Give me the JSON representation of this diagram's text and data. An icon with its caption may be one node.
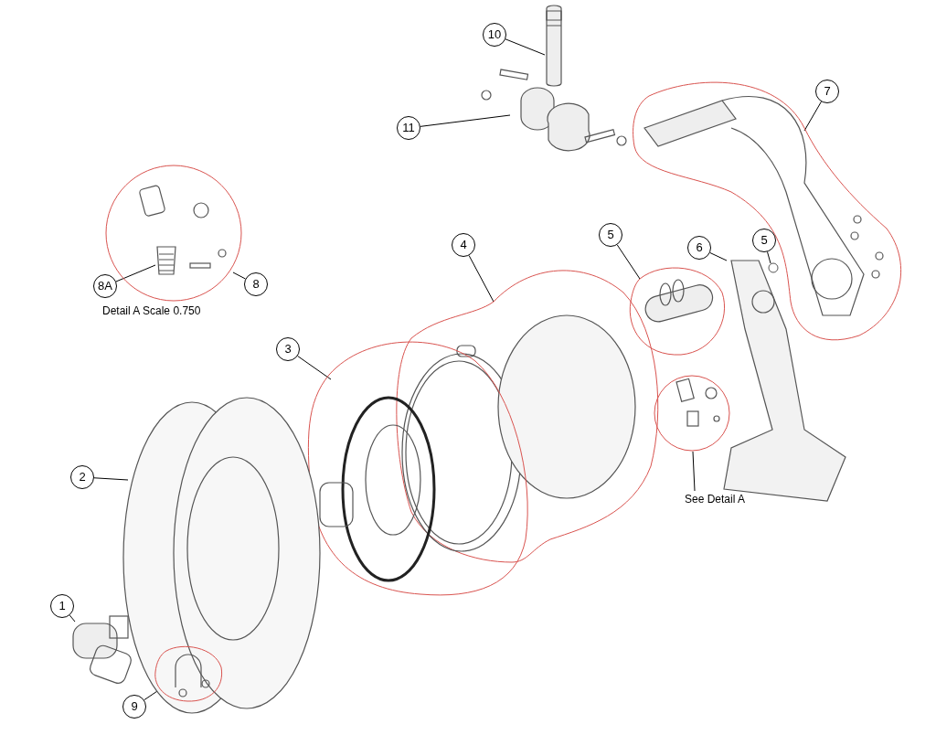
{
  "diagram": {
    "nodes": [
      {
        "text": [
          "10"
        ]
      },
      {
        "text": [],
        "shape": "cylinder"
      },
      {
        "text": [
          "11"
        ]
      },
      {
        "text": [],
        "shape": "picture"
      },
      {
        "text": [
          "7"
        ]
      },
      {
        "text": [],
        "shape": "blob"
      },
      {
        "text": [],
        "shape": "circle",
        "beside": [
          "Detail A Scale 0.750"
        ]
      },
      {
        "text": [
          "8A"
        ]
      },
      {
        "text": [],
        "shape": "picture",
        "in": 6
      },
      {
        "text": [
          "8"
        ]
      },
      {
        "text": [
          "4"
        ]
      },
      {
        "text": [],
        "shape": "blob"
      },
      {
        "text": [
          "5"
        ]
      },
      {
        "text": [],
        "shape": "blob"
      },
      {
        "text": [
          "6"
        ]
      },
      {
        "text": [],
        "shape": "picture"
      },
      {
        "text": [
          "5"
        ]
      },
      {
        "text": [],
        "shape": "circle"
      },
      {
        "text": [
          "3"
        ]
      },
      {
        "text": [],
        "shape": "blob"
      },
      {
        "text": [],
        "shape": "circle"
      },
      {
        "text": [
          "See Detail A"
        ]
      },
      {
        "text": [
          "2"
        ]
      },
      {
        "text": [],
        "shape": "picture"
      },
      {
        "text": [
          "1"
        ]
      },
      {
        "text": [],
        "shape": "picture"
      },
      {
        "text": [
          "9"
        ]
      },
      {
        "text": [],
        "shape": "blob"
      }
    ],
    "edges": [
      {
        "from": 0,
        "to": 1,
        "arrow": "none"
      },
      {
        "from": 2,
        "to": 3,
        "arrow": "none"
      },
      {
        "from": 4,
        "to": 5,
        "arrow": "none"
      },
      {
        "from": 7,
        "to": 8,
        "arrow": "none"
      },
      {
        "from": 9,
        "to": 6,
        "arrow": "none"
      },
      {
        "from": 10,
        "to": 11,
        "arrow": "none"
      },
      {
        "from": 12,
        "to": 13,
        "arrow": "none"
      },
      {
        "from": 14,
        "to": 15,
        "arrow": "none"
      },
      {
        "from": 16,
        "to": 17,
        "arrow": "none"
      },
      {
        "from": 18,
        "to": 19,
        "arrow": "none"
      },
      {
        "from": 21,
        "to": 20,
        "arrow": "none"
      },
      {
        "from": 22,
        "to": 23,
        "arrow": "none"
      },
      {
        "from": 24,
        "to": 25,
        "arrow": "none"
      },
      {
        "from": 26,
        "to": 27,
        "arrow": "none"
      }
    ]
  }
}
